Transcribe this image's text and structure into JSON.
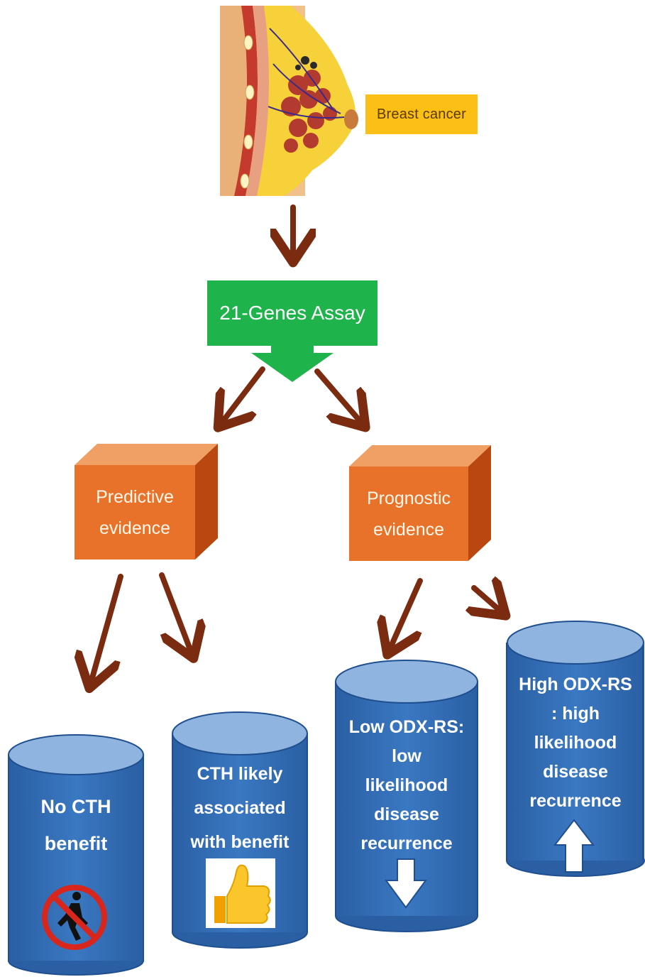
{
  "breast_label": "Breast cancer",
  "assay_label": "21-Genes Assay",
  "predictive": {
    "label": "Predictive\nevidence"
  },
  "prognostic": {
    "label": "Prognostic\nevidence"
  },
  "outcomes": {
    "no_cth": "No CTH\nbenefit",
    "cth_benefit": "CTH likely\nassociated\nwith benefit",
    "low_rs": "Low  ODX-RS:\nlow\nlikelihood\ndisease\nrecurrence",
    "high_rs": "High ODX-RS\n: high\nlikelihood\ndisease\nrecurrence"
  },
  "icons": {
    "anatomy": "breast-anatomy-illustration",
    "no_walking": "no-pedestrian-icon",
    "thumbs_up": "thumbs-up-icon",
    "down": "down-arrow-icon",
    "up": "up-arrow-icon"
  },
  "colors": {
    "arrow": "#7b2c10",
    "assay_green": "#1fb34b",
    "cube_front": "#e8722a",
    "cylinder_blue": "#2f6db8",
    "label_yellow": "#fbbf16"
  }
}
